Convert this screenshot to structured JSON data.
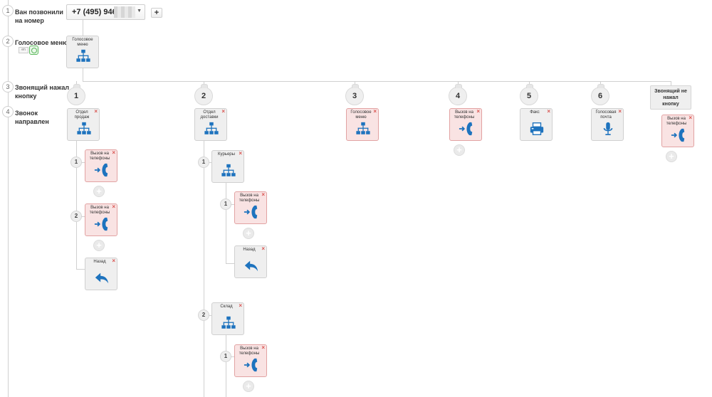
{
  "steps": [
    {
      "num": "1",
      "label_line1": "Ван позвонили",
      "label_line2": "на номер"
    },
    {
      "num": "2",
      "label_line1": "Голосовое меню",
      "label_line2": ""
    },
    {
      "num": "3",
      "label_line1": "Звонящий  нажал",
      "label_line2": "кнопку"
    },
    {
      "num": "4",
      "label_line1": "Звонок",
      "label_line2": "направлен"
    }
  ],
  "phone": {
    "number": "+7 (495) 946-",
    "add_label": "+"
  },
  "lang": {
    "label": "en"
  },
  "root_menu": {
    "label_line1": "Голосовое",
    "label_line2": "меню"
  },
  "branches": [
    "1",
    "2",
    "3",
    "4",
    "5",
    "6"
  ],
  "no_key": {
    "line1": "Звонящий не",
    "line2": "нажал",
    "line3": "кнопку"
  },
  "cards": {
    "sales": {
      "line1": "Отдел",
      "line2": "продаж"
    },
    "delivery": {
      "line1": "Отдел",
      "line2": "доставки"
    },
    "voice_menu": {
      "line1": "Голосовое",
      "line2": "меню"
    },
    "call_phones": {
      "line1": "Вызов на",
      "line2": "телефоны"
    },
    "fax": {
      "line1": "Факс",
      "line2": ""
    },
    "voicemail": {
      "line1": "Голосовая",
      "line2": "почта"
    },
    "couriers": {
      "line1": "Курьеры",
      "line2": ""
    },
    "warehouse": {
      "line1": "Склад",
      "line2": ""
    },
    "back": {
      "line1": "Назад",
      "line2": ""
    }
  },
  "sub_numbers": [
    "1",
    "2"
  ],
  "icons": {
    "menu": "org-tree-icon",
    "call": "phone-forward-icon",
    "fax": "fax-icon",
    "mic": "microphone-icon",
    "back": "back-arrow-icon",
    "close": "close-icon",
    "add": "add-circle-icon"
  },
  "colors": {
    "icon": "#1e73be",
    "red_card_bg": "#f9e3e3",
    "delete": "#d9534f",
    "lang_play": "#5bb85b"
  }
}
